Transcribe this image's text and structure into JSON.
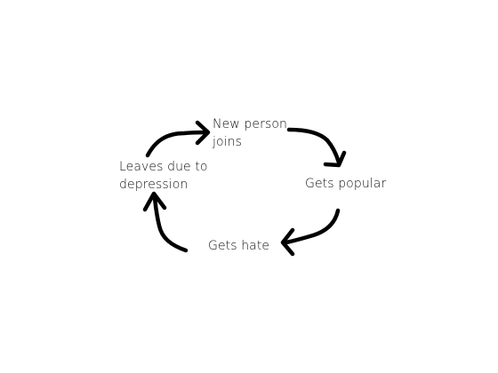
{
  "colors": {
    "background": "#ffffff",
    "stroke": "#000000",
    "text": "#111111"
  },
  "cycle": {
    "nodes": [
      {
        "id": "new-person-joins",
        "lines": [
          "New person",
          "joins"
        ]
      },
      {
        "id": "gets-popular",
        "lines": [
          "Gets popular"
        ]
      },
      {
        "id": "gets-hate",
        "lines": [
          "Gets hate"
        ]
      },
      {
        "id": "leaves-due-to-depression",
        "lines": [
          "Leaves due to",
          "depression"
        ]
      }
    ],
    "edges": [
      {
        "from": "new-person-joins",
        "to": "gets-popular"
      },
      {
        "from": "gets-popular",
        "to": "gets-hate"
      },
      {
        "from": "gets-hate",
        "to": "leaves-due-to-depression"
      },
      {
        "from": "leaves-due-to-depression",
        "to": "new-person-joins"
      }
    ]
  }
}
